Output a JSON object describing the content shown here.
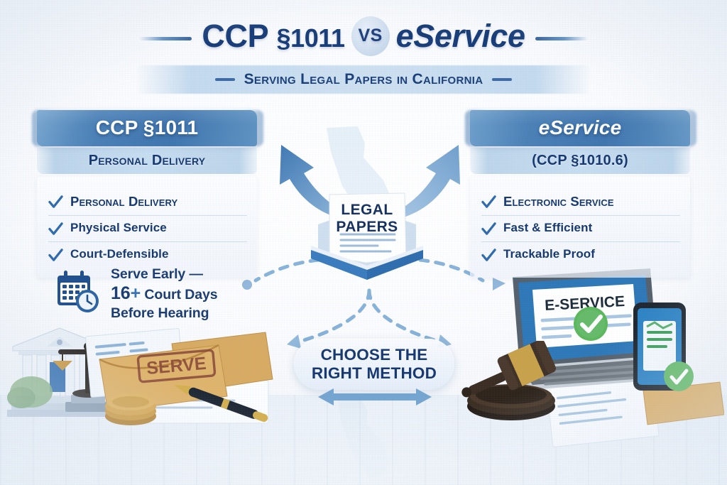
{
  "title": {
    "main_prefix": "CCP ",
    "main_section": "§1011",
    "vs": "VS",
    "main_suffix_e": "e",
    "main_suffix_rest": "Service",
    "subtitle": "Serving Legal Papers in California"
  },
  "left_panel": {
    "heading": "CCP §1011",
    "subheading": "Personal Delivery",
    "bullets": [
      {
        "label": "Personal Delivery",
        "icon": "check-icon"
      },
      {
        "label": "Physical Service",
        "icon": "check-icon"
      },
      {
        "label": "Court-Defensible",
        "icon": "check-icon"
      }
    ],
    "callout": {
      "icon": "calendar-clock-icon",
      "line1": "Serve Early —",
      "line2_number": "16",
      "line2_plus": "+",
      "line2_rest": " Court Days",
      "line3": "Before Hearing"
    }
  },
  "right_panel": {
    "heading": "eService",
    "subheading": "(CCP §1010.6)",
    "bullets": [
      {
        "label": "Electronic Service",
        "icon": "check-icon"
      },
      {
        "label": "Fast & Efficient",
        "icon": "check-icon"
      },
      {
        "label": "Trackable Proof",
        "icon": "check-icon"
      }
    ]
  },
  "center": {
    "papers_line1": "LEGAL",
    "papers_line2": "PAPERS",
    "choose_line1": "CHOOSE THE",
    "choose_line2": "RIGHT METHOD"
  },
  "artwork": {
    "envelope_stamp": "SERVE",
    "laptop_screen": "E-SERVICE",
    "courthouse": "courthouse-icon",
    "scales": "scales-of-justice-icon",
    "gavel": "gavel-icon",
    "phone": "smartphone-icon",
    "coins": "coins-icon",
    "pen": "pen-icon",
    "california_outline": "california-map-icon"
  },
  "colors": {
    "navy": "#16386f",
    "title_navy": "#173c78",
    "header_blue": "#4a80b6",
    "accent_blue": "#3a72b4",
    "arrow_blue": "#5e93c2",
    "check_blue": "#2f6aad",
    "green": "#4caf50",
    "envelope_tan": "#d7a95e",
    "background": "#f4f7fb"
  }
}
